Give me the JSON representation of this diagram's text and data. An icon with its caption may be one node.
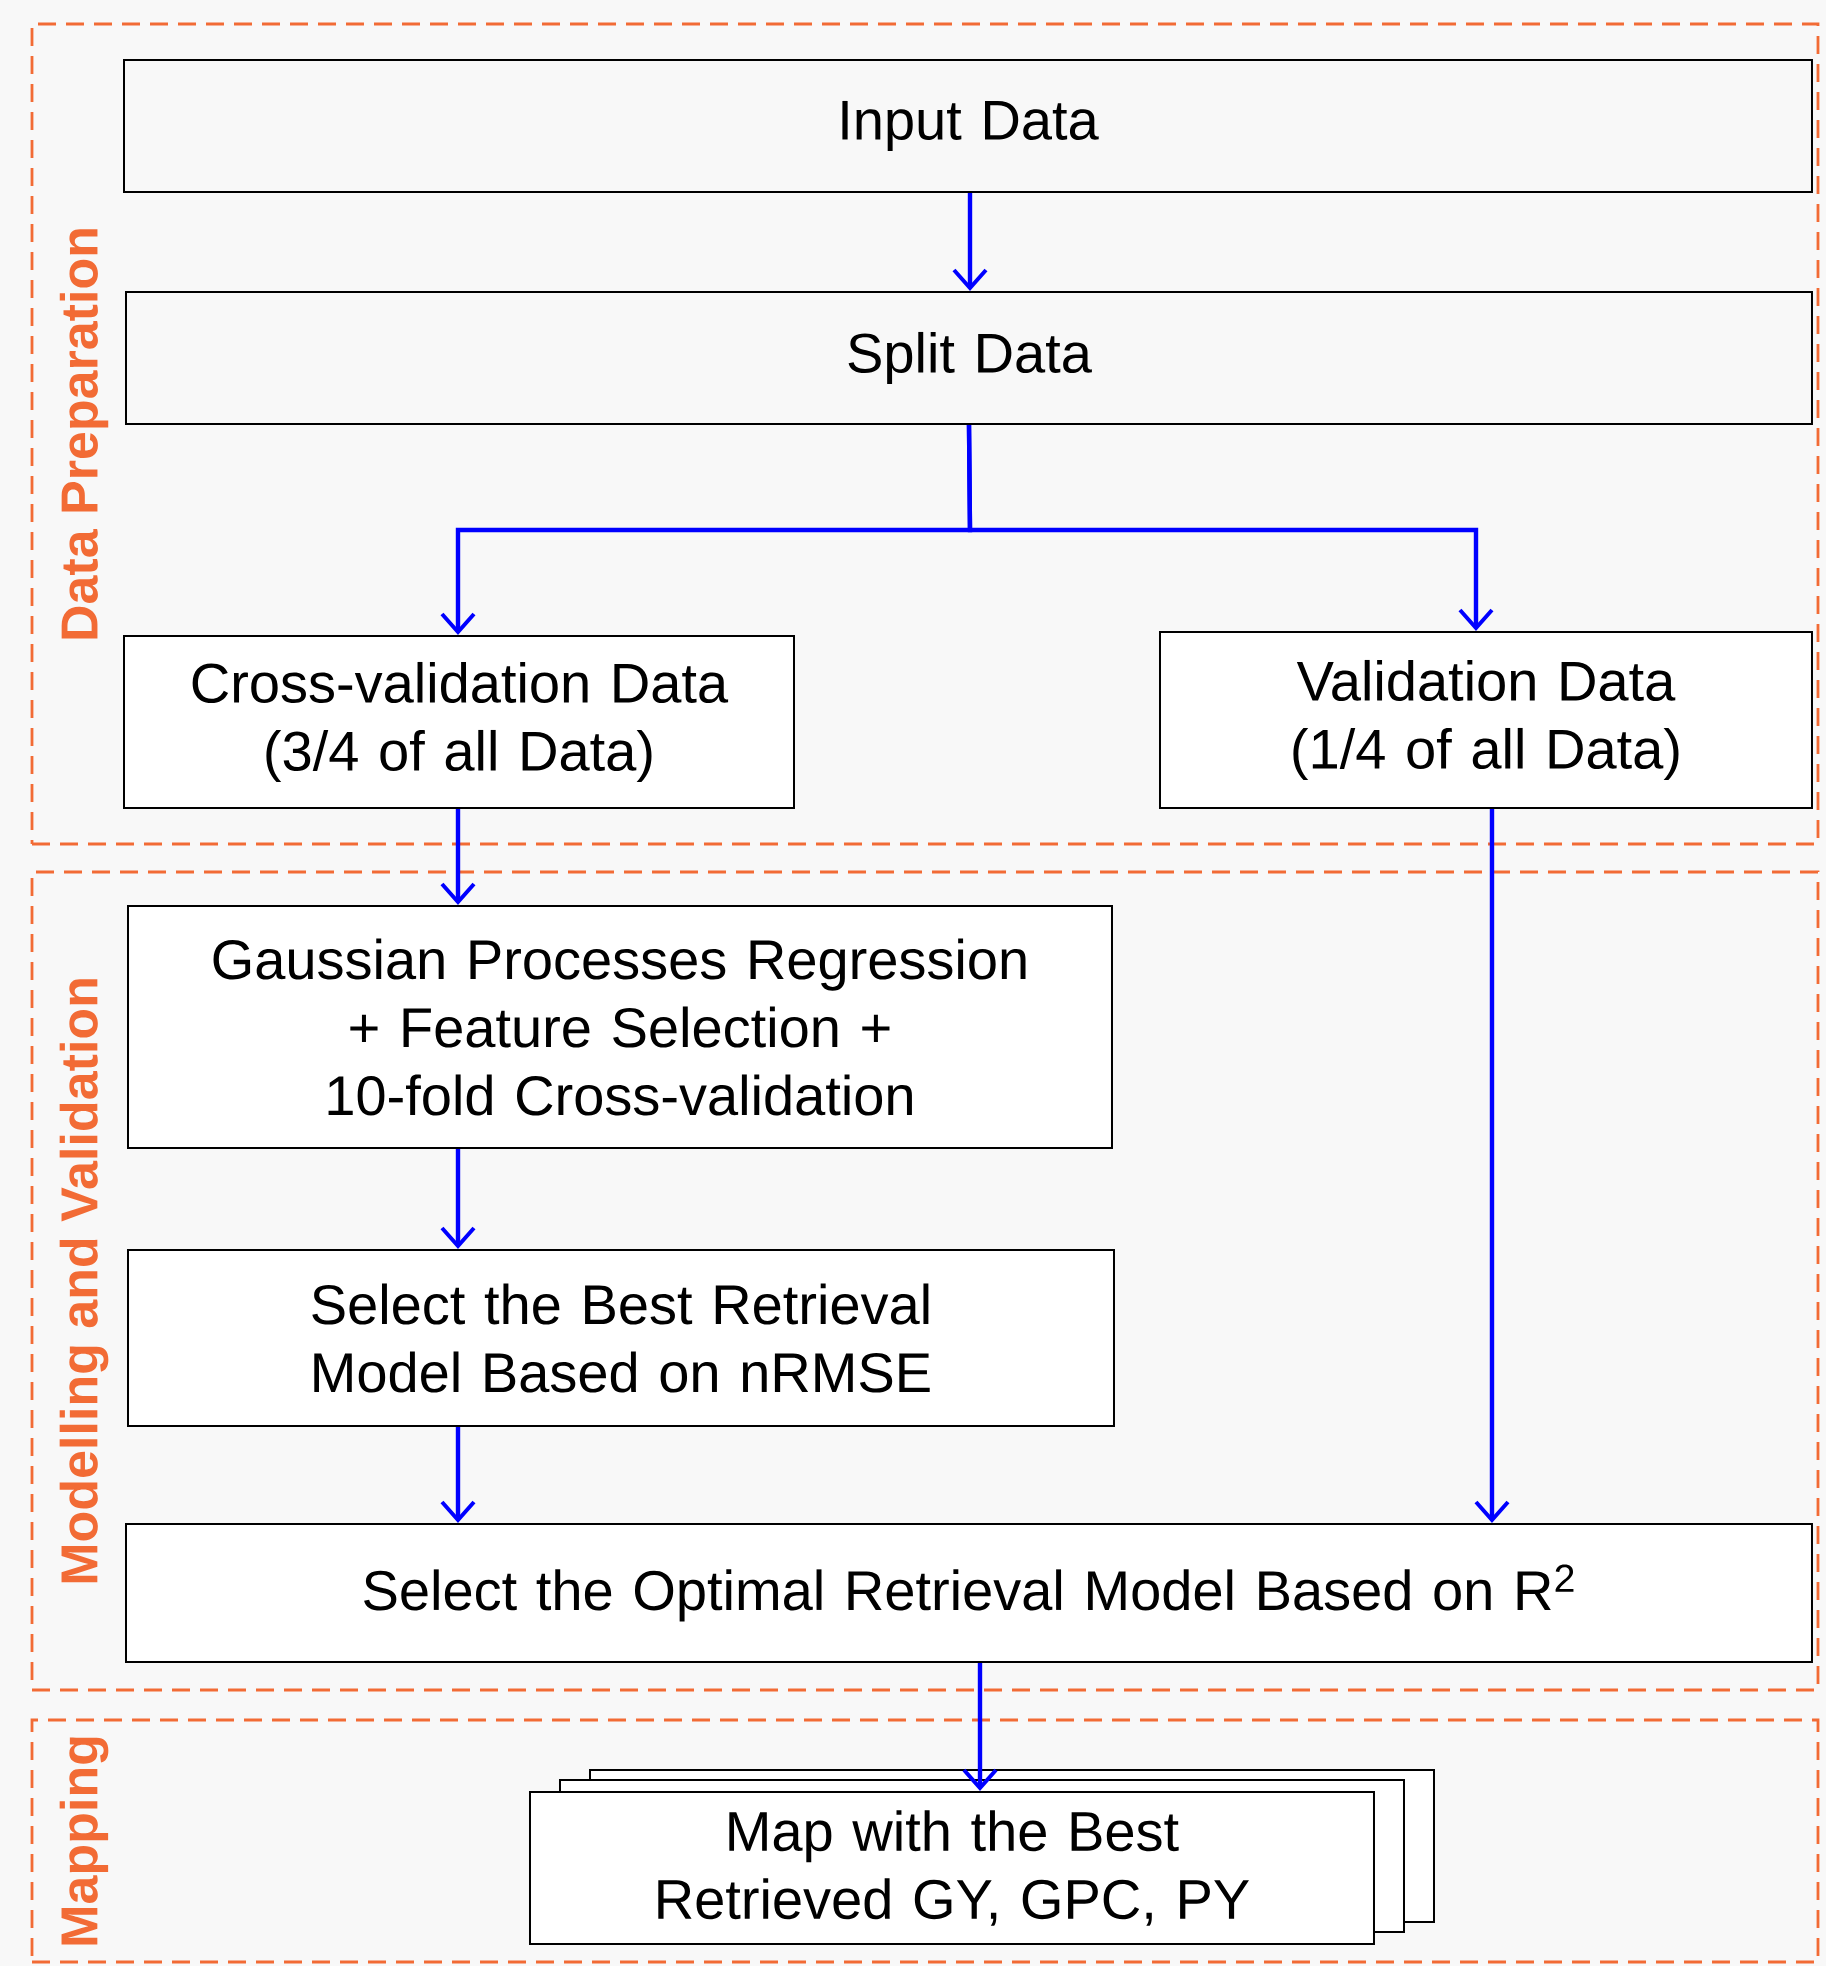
{
  "diagram": {
    "nodes": [
      {
        "text": [
          "Data Preparation"
        ]
      },
      {
        "text": [
          "Input Data"
        ],
        "in": 0
      },
      {
        "text": [
          "Split Data"
        ],
        "in": 0
      },
      {
        "text": [
          "Cross-validation Data (3/4 of all Data)"
        ],
        "in": 0
      },
      {
        "text": [
          "Validation Data (1/4 of all Data)"
        ],
        "in": 0
      },
      {
        "text": [
          "Modelling and Validation"
        ]
      },
      {
        "text": [
          "Gaussian Processes Regression + Feature Selection + 10-fold Cross-validation"
        ],
        "in": 5
      },
      {
        "text": [
          "Select the Best Retrieval Model Based on nRMSE"
        ],
        "in": 5
      },
      {
        "text": [
          "Select the Optimal Retrieval Model Based on R$^{2}$"
        ],
        "in": 5
      },
      {
        "text": [
          "Mapping"
        ]
      },
      {
        "text": [
          "Map with the Best Retrieved GY, GPC, PY"
        ],
        "in": 9
      }
    ],
    "edges": [
      {
        "from": 1,
        "to": 2,
        "arrow": "to"
      },
      {
        "from": 2,
        "to": 3,
        "arrow": "to"
      },
      {
        "from": 2,
        "to": 4,
        "arrow": "to"
      },
      {
        "from": 3,
        "to": 6,
        "arrow": "to"
      },
      {
        "from": 6,
        "to": 7,
        "arrow": "to"
      },
      {
        "from": 7,
        "to": 8,
        "arrow": "to"
      },
      {
        "from": 4,
        "to": 8,
        "arrow": "to"
      },
      {
        "from": 8,
        "to": 10,
        "arrow": "to"
      }
    ]
  }
}
